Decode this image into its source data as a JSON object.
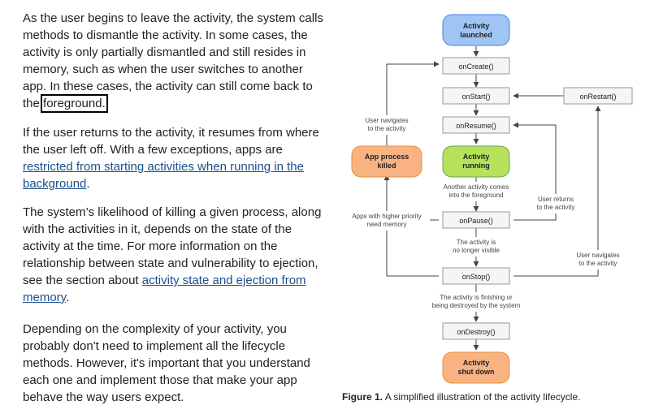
{
  "paragraphs": {
    "p1": {
      "text_a": "As the user begins to leave the activity, the system calls methods to dismantle the activity. In some cases, the activity is only partially dismantled and still resides in memory, such as when the user switches to another app. In these cases, the activity can still come back to the ",
      "highlight": "foreground.",
      "text_b": ""
    },
    "p2": {
      "text_a": "If the user returns to the activity, it resumes from where the user left off. With a few exceptions, apps are ",
      "link": "restricted from starting activities when running in the background",
      "text_b": "."
    },
    "p3": {
      "text_a": "The system’s likelihood of killing a given process, along with the activities in it, depends on the state of the activity at the time. For more information on the relationship between state and vulnerability to ejection, see the section about ",
      "link": "activity state and ejection from memory",
      "text_b": "."
    },
    "p4": {
      "text": "Depending on the complexity of your activity, you probably don't need to implement all the lifecycle methods. However, it's important that you understand each one and implement those that make your app behave the way users expect."
    }
  },
  "diagram": {
    "nodes": {
      "launched": "Activity launched",
      "oncreate": "onCreate()",
      "onstart": "onStart()",
      "onrestart": "onRestart()",
      "onresume": "onResume()",
      "running": "Activity running",
      "killed": "App process killed",
      "onpause": "onPause()",
      "onstop": "onStop()",
      "ondestroy": "onDestroy()",
      "shutdown": "Activity shut down"
    },
    "labels": {
      "nav_to_activity_1": "User navigates to the activity",
      "another_activity": "Another activity comes into the foreground",
      "user_returns": "User returns to the activity",
      "higher_priority": "Apps with higher priority need memory",
      "no_longer_visible": "The activity is no longer visible",
      "nav_to_activity_2": "User navigates to the activity",
      "finishing": "The activity is finishing or being destroyed by the system"
    },
    "colors": {
      "blue_fill": "#a0c4f4",
      "blue_stroke": "#4a86e8",
      "green_fill": "#b7e15c",
      "green_stroke": "#6aa84f",
      "orange_fill": "#f9b382",
      "orange_stroke": "#e69138",
      "box_fill": "#f5f5f5",
      "box_stroke": "#999999",
      "line": "#444444"
    }
  },
  "caption": {
    "label": "Figure 1.",
    "text": " A simplified illustration of the activity lifecycle."
  }
}
